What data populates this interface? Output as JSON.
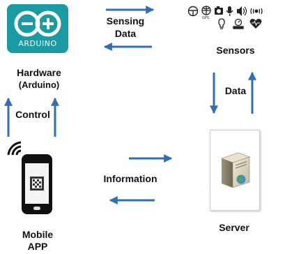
{
  "colors": {
    "arrow": "#2e6fb5",
    "arduino_teal": "#1a9aa2",
    "text": "#111111"
  },
  "nodes": {
    "hardware": {
      "title": "Hardware",
      "subtitle": "(Arduino)",
      "logo_text": "ARDUINO"
    },
    "sensors": {
      "title": "Sensors"
    },
    "server": {
      "title": "Server"
    },
    "mobile_app": {
      "line1": "Mobile",
      "line2": "APP"
    }
  },
  "edges": {
    "sensing_data": {
      "line1": "Sensing",
      "line2": "Data"
    },
    "data": {
      "label": "Data"
    },
    "control": {
      "label": "Control"
    },
    "information": {
      "label": "Information"
    }
  },
  "sensor_icons": [
    "steering-wheel-icon",
    "gps-icon",
    "camera-icon",
    "microphone-icon",
    "speaker-icon",
    "vibration-icon",
    "light-bulb-icon",
    "scale-icon",
    "heart-icon"
  ]
}
